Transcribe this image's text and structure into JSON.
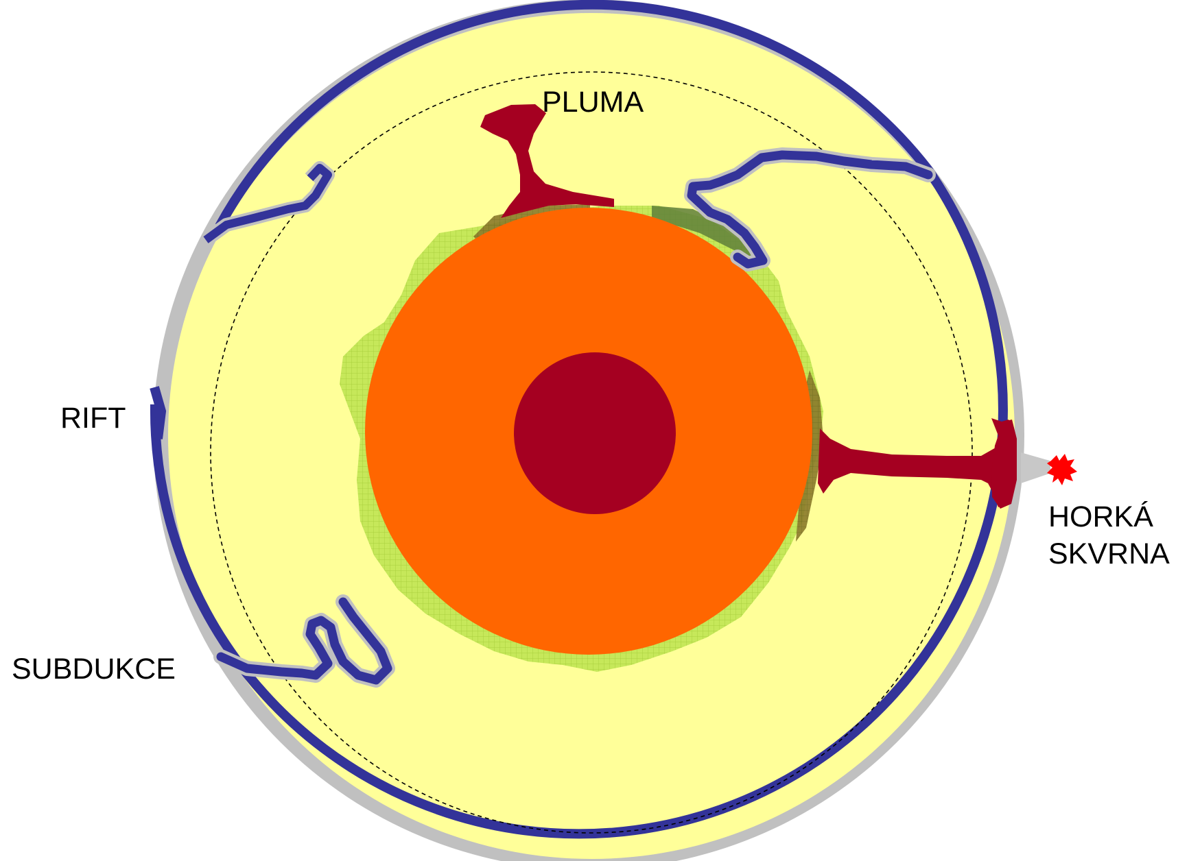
{
  "labels": {
    "pluma": "PLUMA",
    "rift": "RIFT",
    "subdukce": "SUBDUKCE",
    "hotspot_line1": "HORKÁ",
    "hotspot_line2": "SKVRNA"
  },
  "colors": {
    "background": "#ffffff",
    "mantle": "#ffff99",
    "crust_shadow": "#c0c0c0",
    "plate": "#333399",
    "outer_core": "#ff6600",
    "inner_core": "#a50021",
    "d_layer": "#c6e85a",
    "plume": "#a50021",
    "hotspot_flash": "#ff0000"
  }
}
